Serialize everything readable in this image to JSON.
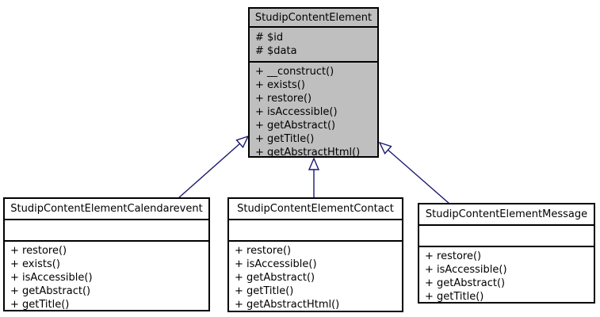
{
  "colors": {
    "background": "#ffffff",
    "parent_fill": "#bfbfbf",
    "child_fill": "#ffffff",
    "border": "#000000",
    "arrow": "#191970"
  },
  "classes": [
    {
      "name": "StudipContentElement",
      "attributes": [
        "# $id",
        "# $data"
      ],
      "methods": [
        "+ __construct()",
        "+ exists()",
        "+ restore()",
        "+ isAccessible()",
        "+ getAbstract()",
        "+ getTitle()",
        "+ getAbstractHtml()"
      ]
    },
    {
      "name": "StudipContentElementCalendarevent",
      "attributes": [],
      "methods": [
        "+ restore()",
        "+ exists()",
        "+ isAccessible()",
        "+ getAbstract()",
        "+ getTitle()"
      ]
    },
    {
      "name": "StudipContentElementContact",
      "attributes": [],
      "methods": [
        "+ restore()",
        "+ isAccessible()",
        "+ getAbstract()",
        "+ getTitle()",
        "+ getAbstractHtml()"
      ]
    },
    {
      "name": "StudipContentElementMessage",
      "attributes": [],
      "methods": [
        "+ restore()",
        "+ isAccessible()",
        "+ getAbstract()",
        "+ getTitle()"
      ]
    }
  ],
  "relations": [
    {
      "type": "generalization",
      "from": "StudipContentElementCalendarevent",
      "to": "StudipContentElement"
    },
    {
      "type": "generalization",
      "from": "StudipContentElementContact",
      "to": "StudipContentElement"
    },
    {
      "type": "generalization",
      "from": "StudipContentElementMessage",
      "to": "StudipContentElement"
    }
  ]
}
